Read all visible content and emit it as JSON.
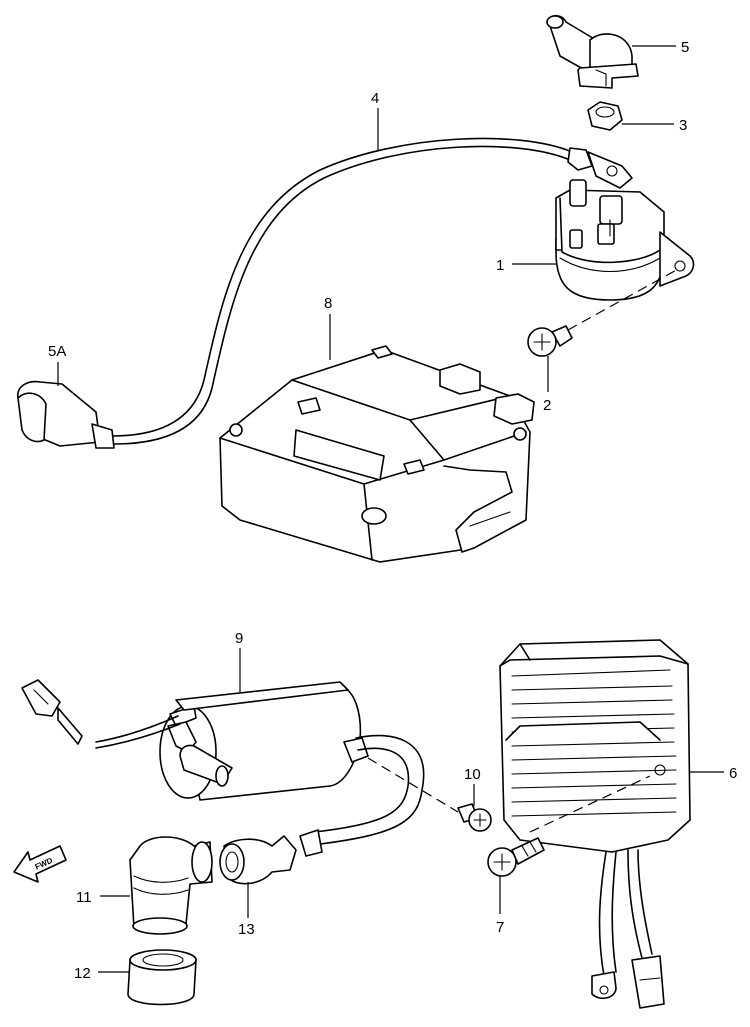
{
  "callouts": {
    "c1": "1",
    "c2": "2",
    "c3": "3",
    "c4": "4",
    "c5": "5",
    "c5a": "5A",
    "c6": "6",
    "c7": "7",
    "c8": "8",
    "c9": "9",
    "c10": "10",
    "c11": "11",
    "c12": "12",
    "c13": "13"
  },
  "fwd_label": "FWD",
  "icons": {
    "fwd_arrow": "fwd-arrow-icon"
  }
}
